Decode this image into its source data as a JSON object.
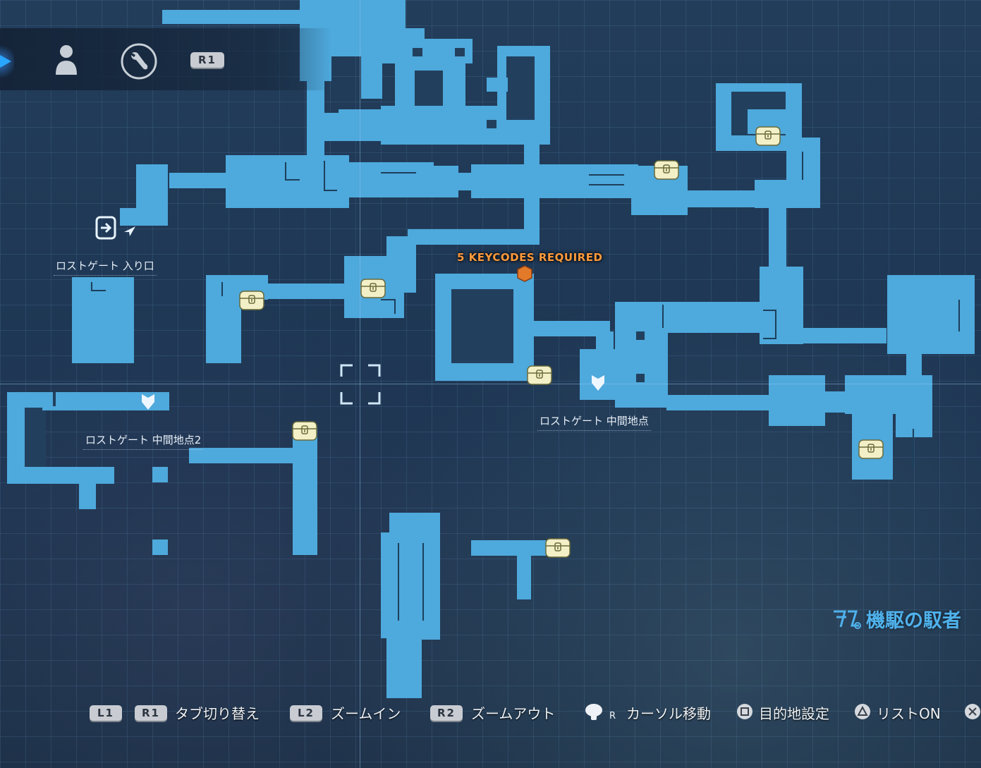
{
  "tabs": {
    "active_icon": "map-arrow-icon",
    "items": [
      {
        "icon": "person-icon"
      },
      {
        "icon": "wrench-icon"
      }
    ],
    "next_tab_button": "R1"
  },
  "map": {
    "labels": {
      "entrance": "ロストゲート 入り口",
      "midpoint": "ロストゲート 中間地点",
      "midpoint2": "ロストゲート 中間地点2",
      "keycodes": "5 KEYCODES REQUIRED"
    },
    "colors": {
      "room": "#4ea9dc",
      "background": "#1f3650",
      "keycode": "#ff9a3c",
      "chest": "#f3f0c8"
    }
  },
  "title": "機駆の馭者",
  "controls": [
    {
      "buttons": [
        "L1",
        "R1"
      ],
      "label": "タブ切り替え"
    },
    {
      "buttons": [
        "L2"
      ],
      "label": "ズームイン"
    },
    {
      "buttons": [
        "R2"
      ],
      "label": "ズームアウト"
    },
    {
      "icon": "right-stick-icon",
      "stick": "R",
      "label": "カーソル移動"
    },
    {
      "icon": "square-button-icon",
      "label": "目的地設定"
    },
    {
      "icon": "triangle-button-icon",
      "label": "リストON"
    },
    {
      "icon": "cross-button-icon"
    }
  ]
}
